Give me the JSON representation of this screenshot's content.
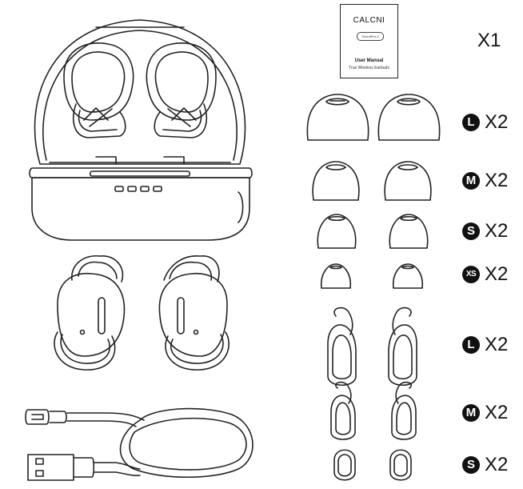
{
  "manual": {
    "brand": "CALCNI",
    "model": "SoundPro-2",
    "title": "User Manual",
    "subtitle": "True Wireless Earbuds",
    "quantity": "X1"
  },
  "eartips": [
    {
      "size": "L",
      "quantity": "X2"
    },
    {
      "size": "M",
      "quantity": "X2"
    },
    {
      "size": "S",
      "quantity": "X2"
    },
    {
      "size": "XS",
      "quantity": "X2"
    }
  ],
  "earwings": [
    {
      "size": "L",
      "quantity": "X2"
    },
    {
      "size": "M",
      "quantity": "X2"
    },
    {
      "size": "S",
      "quantity": "X2"
    }
  ],
  "icons": [
    "charging-case-icon",
    "earbuds-icon",
    "usb-cable-icon",
    "eartip-icon",
    "earwing-icon"
  ]
}
